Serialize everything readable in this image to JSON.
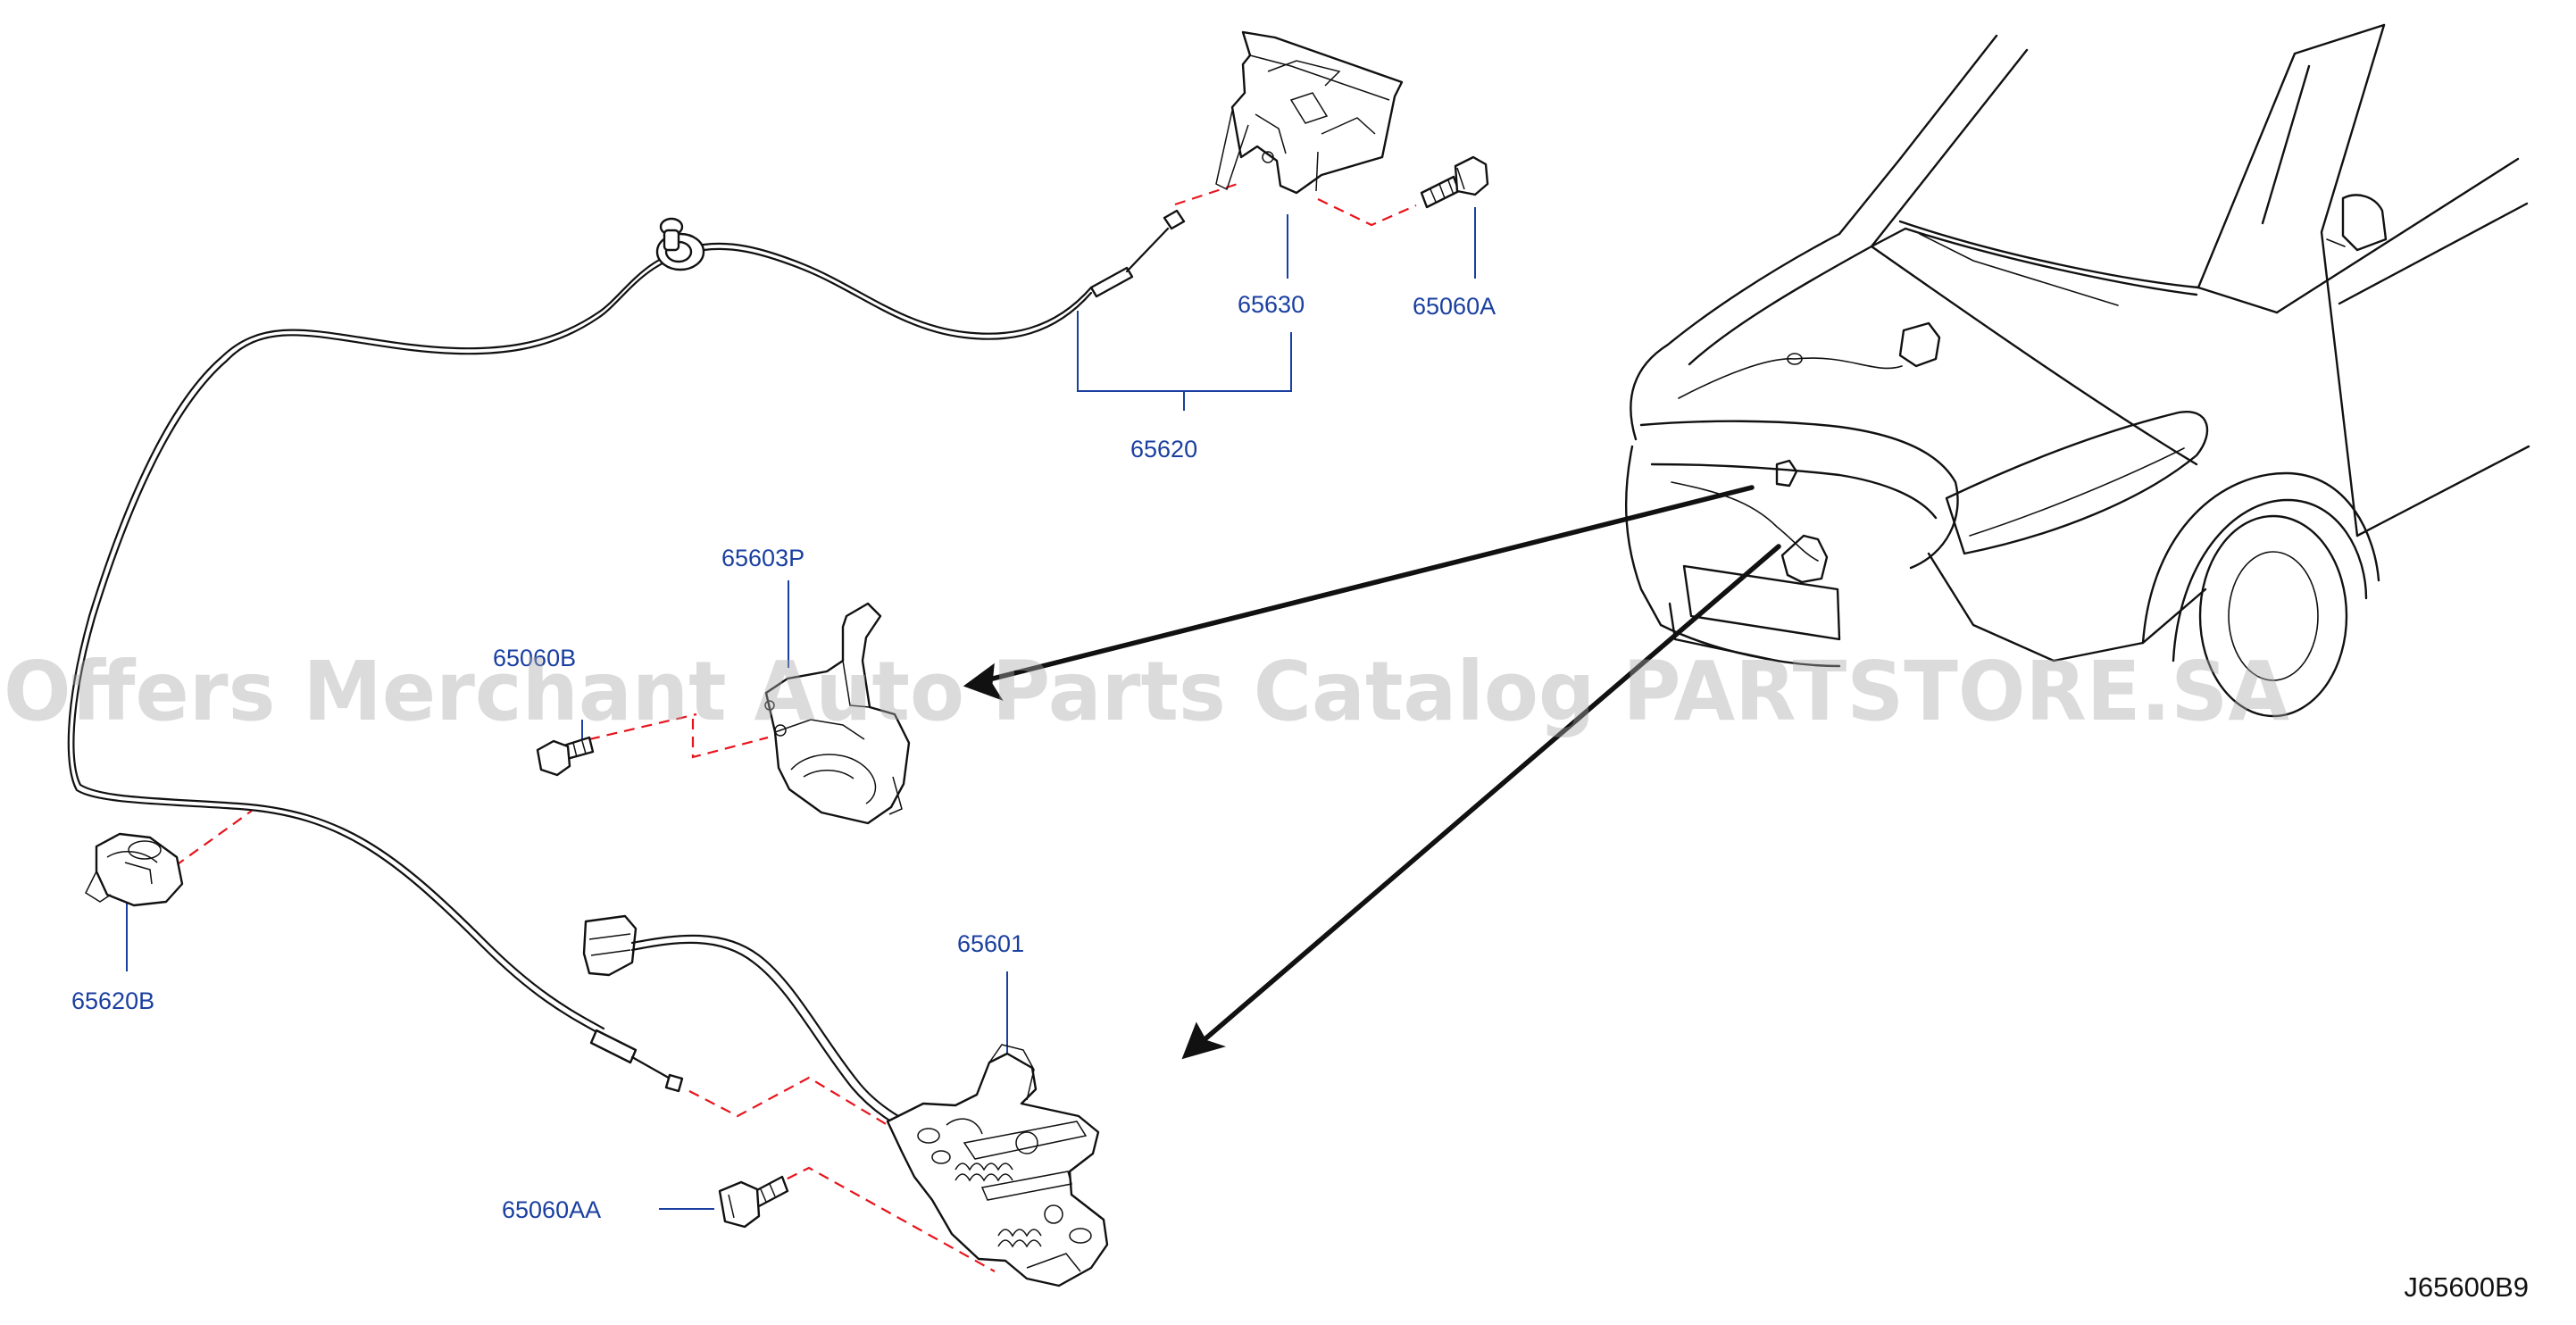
{
  "diagram": {
    "watermark": "Offers Merchant Auto Parts Catalog PARTSTORE.SA",
    "diagram_code": "J65600B9",
    "label_color": "#1a3fa0",
    "dash_color": "#e8141c",
    "line_color": "#111111",
    "parts": [
      {
        "id": "p65630",
        "number": "65630",
        "name": "hood release handle"
      },
      {
        "id": "p65060A",
        "number": "65060A",
        "name": "bolt"
      },
      {
        "id": "p65620",
        "number": "65620",
        "name": "hood lock control cable"
      },
      {
        "id": "p65603P",
        "number": "65603P",
        "name": "hood safety catch"
      },
      {
        "id": "p65060B",
        "number": "65060B",
        "name": "bolt"
      },
      {
        "id": "p65620B",
        "number": "65620B",
        "name": "cable clip"
      },
      {
        "id": "p65601",
        "number": "65601",
        "name": "hood lock"
      },
      {
        "id": "p65060AA",
        "number": "65060AA",
        "name": "bolt"
      }
    ]
  }
}
